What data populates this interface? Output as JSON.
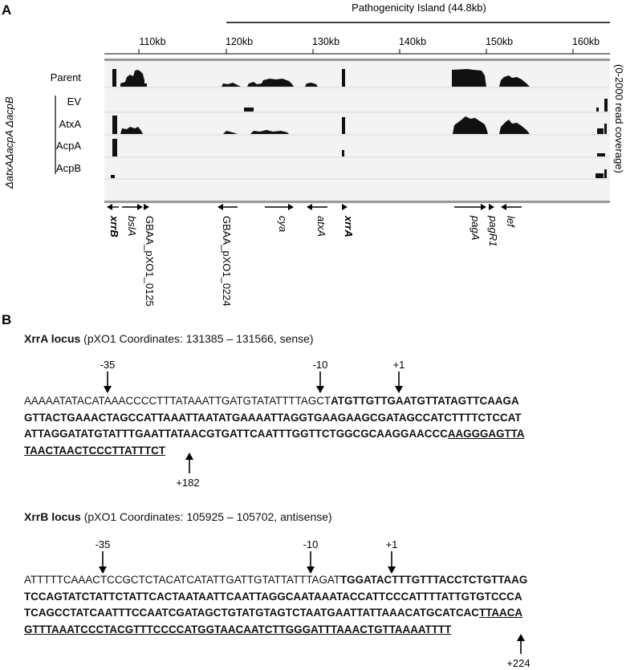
{
  "panelA": {
    "label": "A",
    "island_label": "Pathogenicity Island (44.8kb)",
    "axis_ticks": [
      "110kb",
      "120kb",
      "130kb",
      "140kb",
      "150kb",
      "160kb"
    ],
    "coverage_label": "(0-2000 read coverage)",
    "strain_label": "ΔatxAΔacpA ΔacpB",
    "tracks": [
      "Parent",
      "EV",
      "AtxA",
      "AcpA",
      "AcpB"
    ],
    "genes": [
      "xrrB",
      "bslA",
      "GBAA_pXO1_0125",
      "GBAA_pXO1_0224",
      "cya",
      "atxA",
      "xrrA",
      "pagA",
      "pagR1",
      "lef"
    ]
  },
  "panelB": {
    "label": "B",
    "xrrA": {
      "title": "XrrA locus",
      "coords": " (pXO1 Coordinates: 131385 – 131566, sense)",
      "m35": "-35",
      "m10": "-10",
      "p1": "+1",
      "end": "+182",
      "l1a": "AAAAATATACATAAACCCCTTTATAAATTGATGTATATTTTAGCT",
      "l1b": "ATGTTGTTGAATGTTATAGTTCAAGA",
      "l2": "GTTACTGAAACTAGCCATTAAATTAATATGAAAATTAGGTGAAGAAGCGATAGCCATCTTTTCTCCAT",
      "l3a": "ATTAGGATATGTATTTGAATTATAACGTGATTCAATTTGGTTCTGGCGCAAGGAACCC",
      "l3b": "AAGGGAGTTA",
      "l4": "TAACTAACTCCCTTATTTCT"
    },
    "xrrB": {
      "title": "XrrB locus",
      "coords": " (pXO1 Coordinates: 105925 – 105702, antisense)",
      "m35": "-35",
      "m10": "-10",
      "p1": "+1",
      "end": "+224",
      "l1a": "ATTTTTCAAACTCCGCTCTACATCATATTGATTGTATTATTTAGAT",
      "l1b": "TGGATACTTTGTTTACCTCTGTTAAG",
      "l2": "TCCAGTATCTATTCTATTCACTAATAATTCAATTAGGCAATAAATACCATTCCCATTTTATTGTGTCCCA",
      "l3a": "TCAGCCTATCAATTTCCAATCGATAGCTGTATGTAGTCTAATGAATTATTAAACATGCATCAC",
      "l3b": "TTAACA",
      "l4": "GTTTAAATCCCTACGTTTCCCCATGGTAACAATCTTGGGATTTAAACTGTTAAAATTTT"
    }
  }
}
